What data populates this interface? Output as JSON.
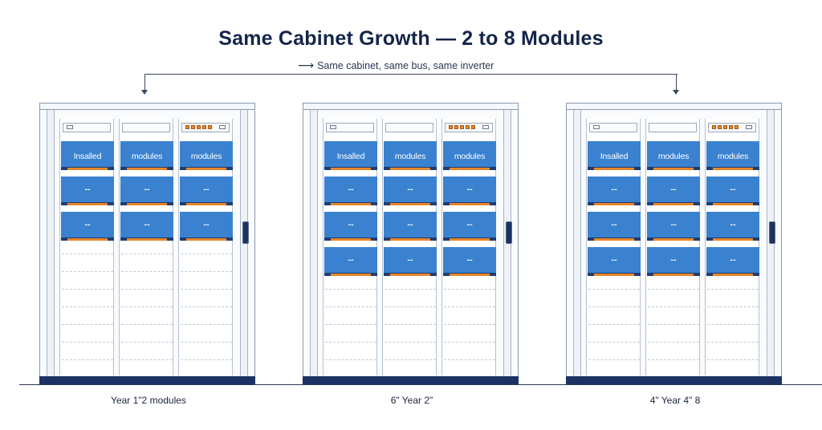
{
  "title": "Same Cabinet Growth — 2 to 8 Modules",
  "subtitle": "Same cabinet, same bus, same inverter",
  "subtitle_arrow": "⟶",
  "cabinets": [
    {
      "caption": "Year 1\"2 modules",
      "filled_rows": 2,
      "total_rows": 7,
      "header_labels": [
        "Insalled",
        "modules",
        "modules"
      ],
      "body_mark": "--"
    },
    {
      "caption": "6\" Year 2\"",
      "filled_rows": 3,
      "total_rows": 7,
      "header_labels": [
        "Insalled",
        "modules",
        "modules"
      ],
      "body_mark": "--"
    },
    {
      "caption": "4\" Year 4\" 8",
      "filled_rows": 3,
      "total_rows": 7,
      "header_labels": [
        "Insalled",
        "modules",
        "modules"
      ],
      "body_mark": "--"
    }
  ],
  "colors": {
    "module": "#3a82d0",
    "module_shadow": "#1f3d72",
    "accent_orange": "#e8862a",
    "base": "#1c3264",
    "title": "#14254a"
  }
}
